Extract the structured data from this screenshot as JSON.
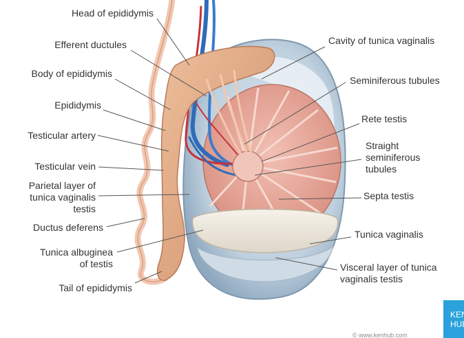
{
  "labels": {
    "head_of_epididymis": "Head of epididymis",
    "efferent_ductules": "Efferent ductules",
    "body_of_epididymis": "Body of epididymis",
    "epididymis": "Epididymis",
    "testicular_artery": "Testicular artery",
    "testicular_vein": "Testicular vein",
    "parietal_layer": [
      "Parietal layer of",
      "tunica vaginalis",
      "testis"
    ],
    "ductus_deferens": "Ductus deferens",
    "tunica_albuginea": [
      "Tunica albuginea",
      "of testis"
    ],
    "tail_of_epididymis": "Tail of epididymis",
    "cavity_of_tunica_vaginalis": "Cavity of tunica vaginalis",
    "seminiferous_tubules": "Seminiferous tubules",
    "rete_testis": "Rete testis",
    "straight_seminiferous_tubules": [
      "Straight",
      "seminiferous",
      "tubules"
    ],
    "septa_testis": "Septa testis",
    "tunica_vaginalis": "Tunica vaginalis",
    "visceral_layer": [
      "Visceral layer of tunica",
      "vaginalis testis"
    ]
  },
  "branding": {
    "logo_lines": [
      "KEN",
      "HUB"
    ],
    "credit": "© www.kenhub.com"
  },
  "colors": {
    "label_text": "#333333",
    "leader_line": "#555555",
    "tunica_vaginalis": "#a9bfd2",
    "testis_tissue": "#e7a79a",
    "albuginea": "#eae5dc",
    "epididymis": "#e2a984",
    "artery": "#c8323a",
    "vein": "#2f6bb8",
    "brand": "#2aa3dc"
  }
}
